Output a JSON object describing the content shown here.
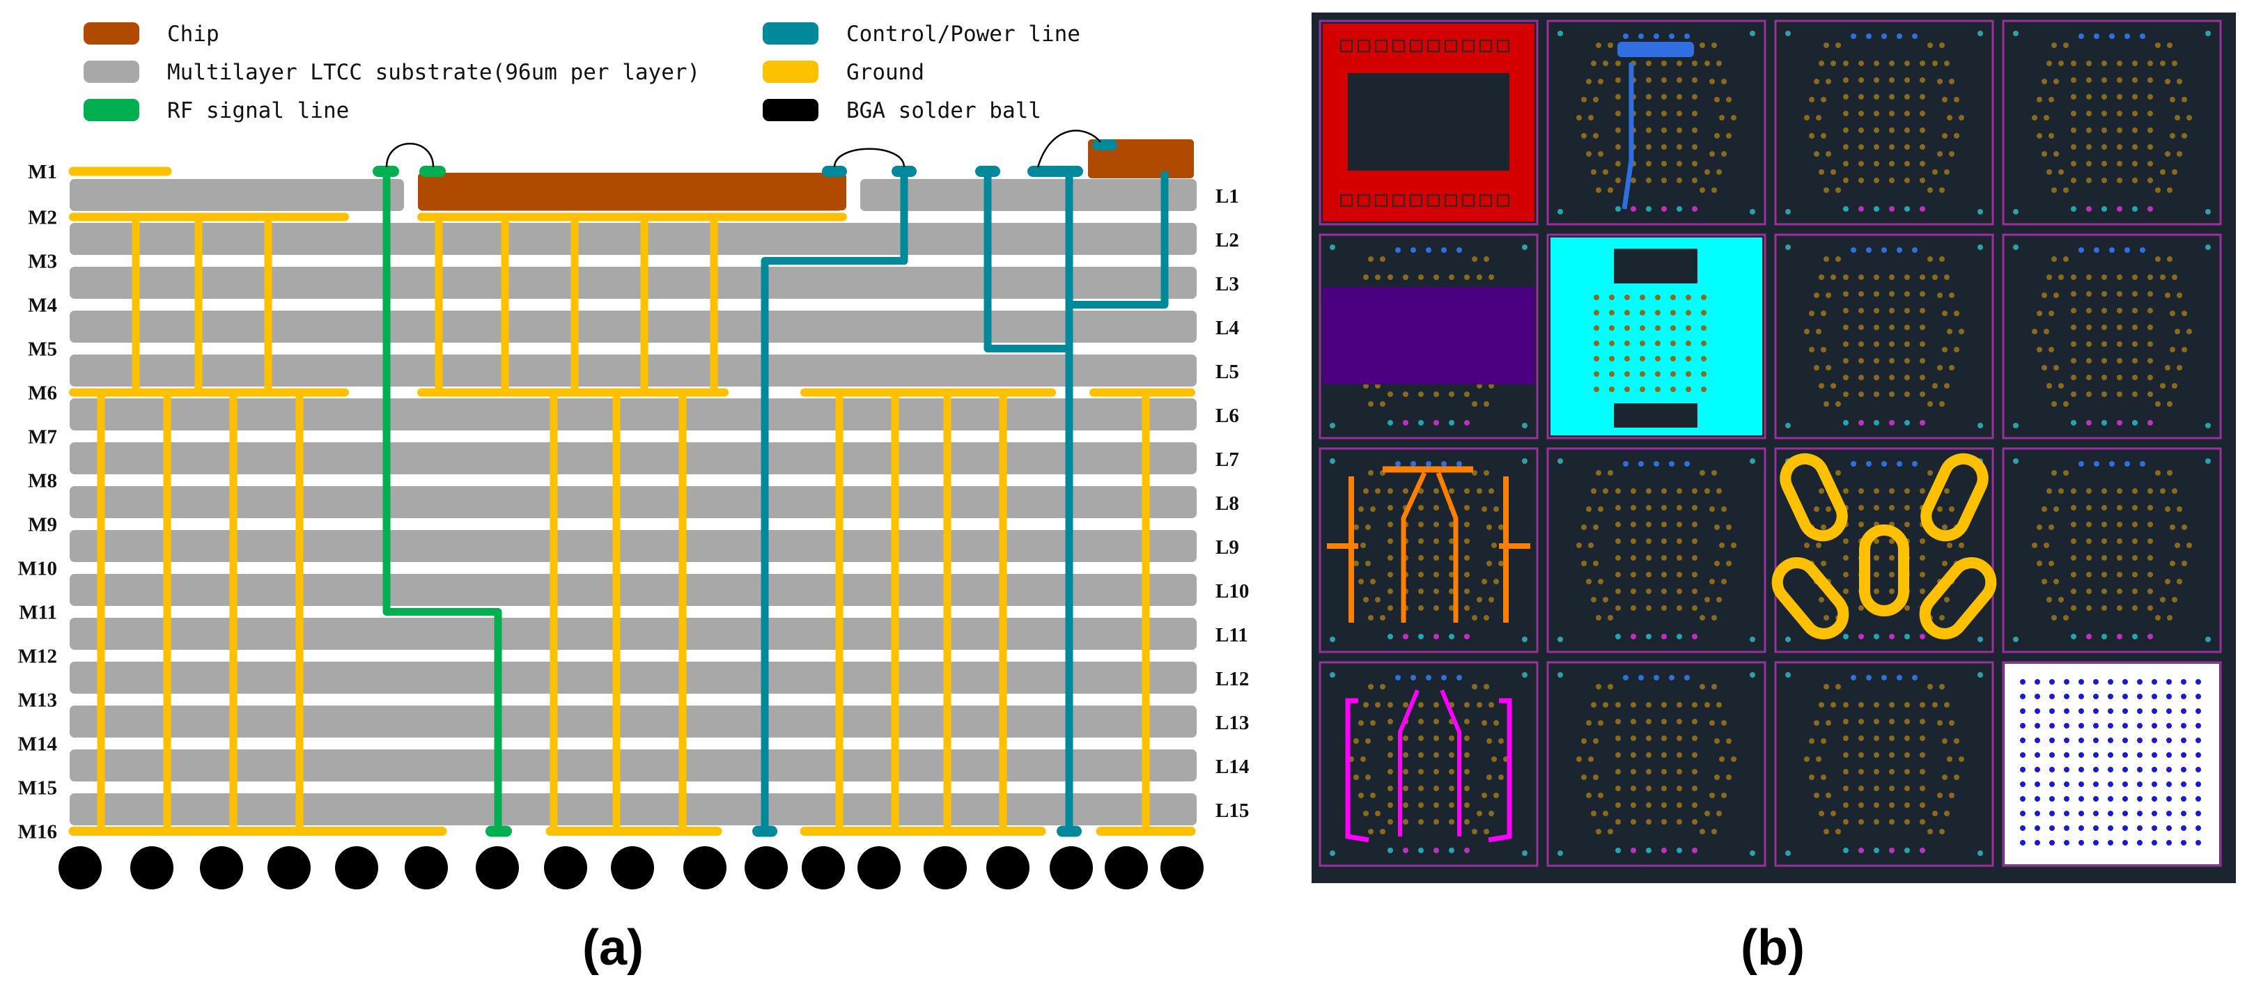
{
  "legend": [
    {
      "label": "Chip",
      "color": "#b04a00"
    },
    {
      "label": "Multilayer LTCC substrate(96um per layer)",
      "color": "#a8a8a8"
    },
    {
      "label": "RF signal line",
      "color": "#00b050"
    },
    {
      "label": "Control/Power line",
      "color": "#00889b"
    },
    {
      "label": "Ground",
      "color": "#ffc000"
    },
    {
      "label": "BGA solder ball",
      "color": "#000000"
    }
  ],
  "metal_labels": [
    "M1",
    "M2",
    "M3",
    "M4",
    "M5",
    "M6",
    "M7",
    "M8",
    "M9",
    "M10",
    "M11",
    "M12",
    "M13",
    "M14",
    "M15",
    "M16"
  ],
  "layer_labels": [
    "L1",
    "L2",
    "L3",
    "L4",
    "L5",
    "L6",
    "L7",
    "L8",
    "L9",
    "L10",
    "L11",
    "L12",
    "L13",
    "L14",
    "L15"
  ],
  "panel_labels": {
    "a": "(a)",
    "b": "(b)"
  },
  "layout_grid": {
    "rows": 4,
    "cols": 4,
    "tiles": [
      {
        "type": "ground-red",
        "fill": "#d40000"
      },
      {
        "type": "control-blue",
        "fill": "#1b2530"
      },
      {
        "type": "via",
        "fill": "#1b2530"
      },
      {
        "type": "via",
        "fill": "#1b2530"
      },
      {
        "type": "ground-purple",
        "fill": "#4b0082"
      },
      {
        "type": "ground-cyan",
        "fill": "#00ffff"
      },
      {
        "type": "via",
        "fill": "#1b2530"
      },
      {
        "type": "via",
        "fill": "#1b2530"
      },
      {
        "type": "orange-traces",
        "fill": "#ff8000"
      },
      {
        "type": "via",
        "fill": "#1b2530"
      },
      {
        "type": "cavities",
        "fill": "#ffc000"
      },
      {
        "type": "via",
        "fill": "#1b2530"
      },
      {
        "type": "magenta-traces",
        "fill": "#ff00ff"
      },
      {
        "type": "via",
        "fill": "#1b2530"
      },
      {
        "type": "via",
        "fill": "#1b2530"
      },
      {
        "type": "bga-white",
        "fill": "#ffffff"
      }
    ]
  }
}
